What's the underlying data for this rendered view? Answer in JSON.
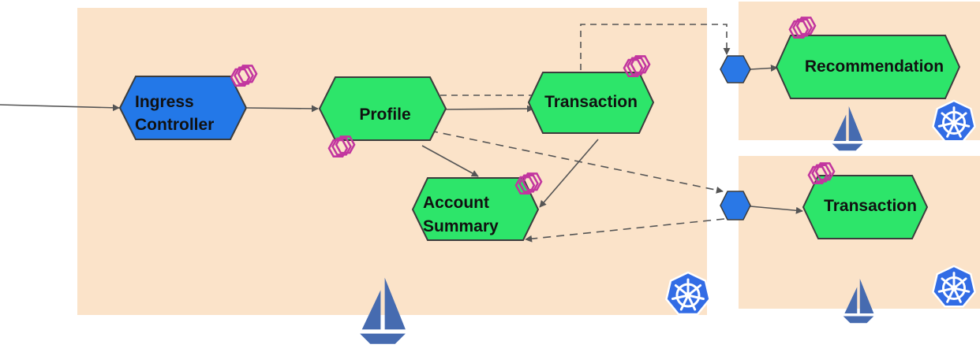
{
  "colors": {
    "cluster_bg": "#fbe3c9",
    "service_green": "#2de56a",
    "ingress_blue": "#2378e8",
    "gateway_blue": "#2a78e6",
    "outline": "#4a4a4a",
    "envoy_pink": "#c2369f",
    "istio_blue": "#466bb0",
    "k8s_blue": "#326ce5",
    "arrow": "#555555"
  },
  "clusters": [
    {
      "id": "main",
      "icons": [
        "kubernetes-icon",
        "istio-sail-icon"
      ]
    },
    {
      "id": "remote-top",
      "icons": [
        "kubernetes-icon",
        "istio-sail-icon"
      ]
    },
    {
      "id": "remote-bottom",
      "icons": [
        "kubernetes-icon",
        "istio-sail-icon"
      ]
    }
  ],
  "nodes": {
    "ingress": {
      "lines": [
        "Ingress",
        "Controller"
      ]
    },
    "profile": {
      "lines": [
        "Profile"
      ]
    },
    "transaction_local": {
      "lines": [
        "Transaction"
      ]
    },
    "account_summary": {
      "lines": [
        "Account",
        "Summary"
      ]
    },
    "recommendation": {
      "lines": [
        "Recommendation"
      ]
    },
    "transaction_remote": {
      "lines": [
        "Transaction"
      ]
    }
  },
  "edges": [
    {
      "from": "external",
      "to": "ingress",
      "style": "solid"
    },
    {
      "from": "ingress",
      "to": "profile",
      "style": "solid"
    },
    {
      "from": "profile",
      "to": "transaction_local",
      "style": "solid"
    },
    {
      "from": "profile",
      "to": "account_summary",
      "style": "solid"
    },
    {
      "from": "transaction_local",
      "to": "account_summary",
      "style": "solid"
    },
    {
      "from": "profile",
      "to": "gateway_top",
      "style": "dashed"
    },
    {
      "from": "gateway_top",
      "to": "recommendation",
      "style": "solid"
    },
    {
      "from": "profile",
      "to": "gateway_bottom",
      "style": "dashed"
    },
    {
      "from": "gateway_bottom",
      "to": "transaction_remote",
      "style": "solid"
    },
    {
      "from": "gateway_bottom",
      "to": "account_summary",
      "style": "dashed"
    }
  ]
}
